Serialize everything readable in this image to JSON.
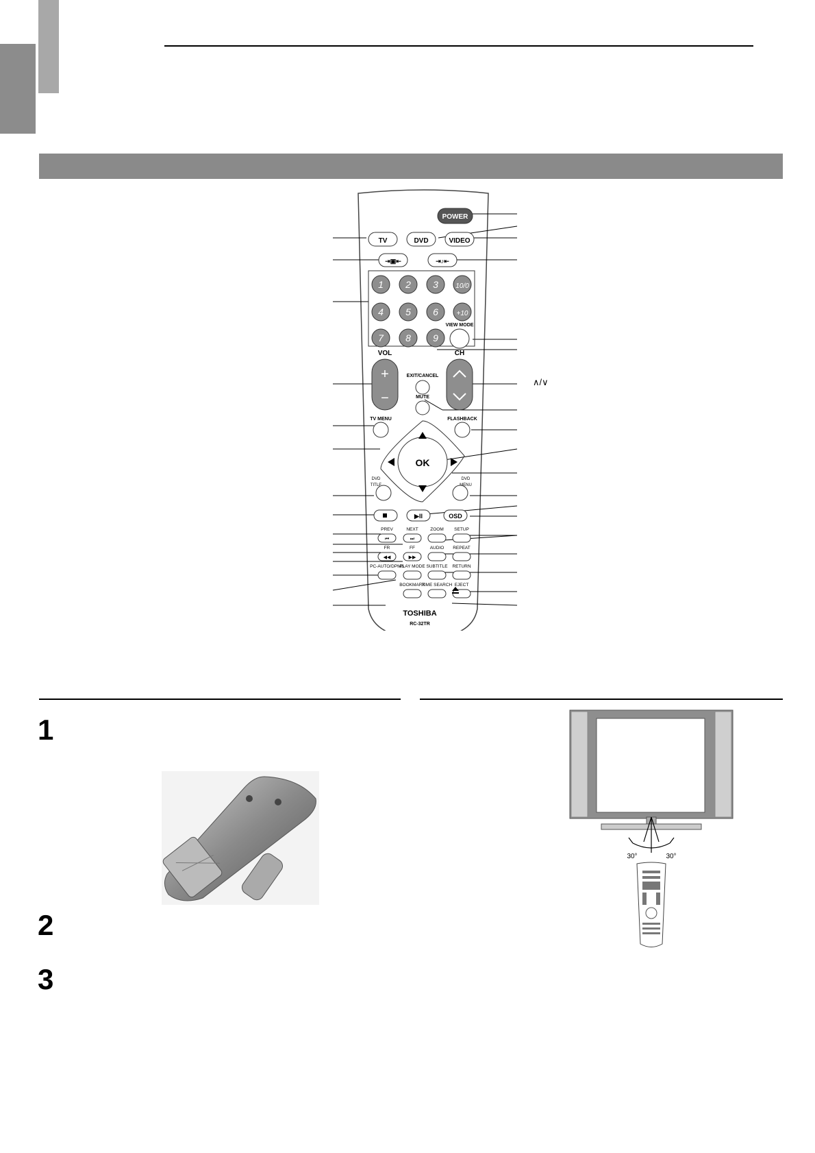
{
  "remote": {
    "buttons": {
      "power": "POWER",
      "tv": "TV",
      "dvd": "DVD",
      "video": "VIDEO",
      "digits": [
        "1",
        "2",
        "3",
        "10/0",
        "4",
        "5",
        "6",
        "+10",
        "7",
        "8",
        "9"
      ],
      "view_mode": "VIEW MODE",
      "vol": "VOL",
      "ch": "CH",
      "exit_cancel": "EXIT/CANCEL",
      "mute": "MUTE",
      "tv_menu": "TV MENU",
      "flashback": "FLASHBACK",
      "ok": "OK",
      "dvd_title_top": "DVD",
      "dvd_title": "TITLE",
      "dvd_menu_top": "DVD",
      "dvd_menu": "MENU",
      "osd": "OSD",
      "prev": "PREV",
      "next": "NEXT",
      "zoom": "ZOOM",
      "setup": "SETUP",
      "fr": "FR",
      "ff": "FF",
      "audio": "AUDIO",
      "repeat": "REPEAT",
      "pc_autodpms": "PC-AUTO/DPMS",
      "play_mode": "PLAY MODE",
      "subtitle": "SUBTITLE",
      "return": "RETURN",
      "bookmark": "BOOKMARK",
      "time_search": "TIME SEARCH",
      "eject": "EJECT"
    },
    "brand": "TOSHIBA",
    "model": "RC-32TR"
  },
  "ch_arrows_label": "∧/∨",
  "steps": [
    "1",
    "2",
    "3"
  ],
  "angle_left": "30°",
  "angle_right": "30°",
  "colors": {
    "bar": "#8a8a8a",
    "button": "#8e8e8e",
    "dark_button": "#555555"
  }
}
